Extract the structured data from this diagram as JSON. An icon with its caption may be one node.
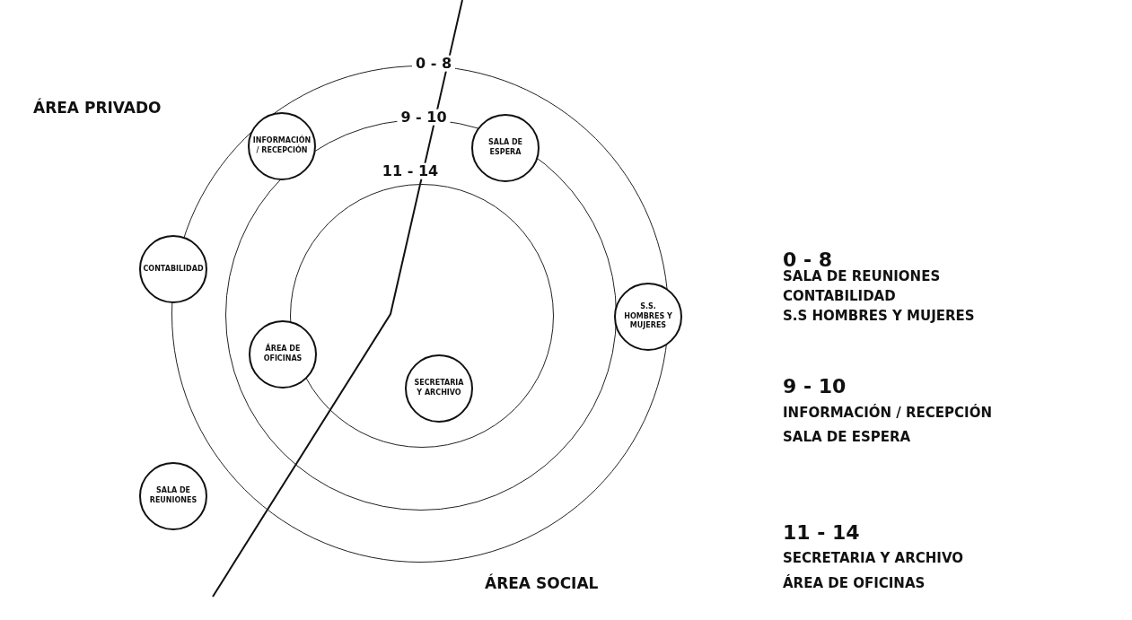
{
  "diagram": {
    "nodes": [
      {
        "text": [
          "0 - 8"
        ]
      },
      {
        "text": [
          "9 - 10"
        ],
        "in": 0
      },
      {
        "text": [
          "11 - 14"
        ],
        "in": 1
      },
      {
        "text": [
          "INFORMACIÓN / RECEPCIÓN"
        ],
        "in": 0
      },
      {
        "text": [
          "SALA DE ESPERA"
        ],
        "in": 0
      },
      {
        "text": [
          "CONTABILIDAD"
        ]
      },
      {
        "text": [
          "S.S. HOMBRES Y MUJERES"
        ]
      },
      {
        "text": [
          "ÁREA DE OFICINAS"
        ],
        "in": 1
      },
      {
        "text": [
          "SECRETARIA Y ARCHIVO"
        ],
        "in": 2
      },
      {
        "text": [
          "SALA DE REUNIONES"
        ]
      }
    ],
    "labels": [
      "ÁREA PRIVADO",
      "0 - 8",
      "SALA DE REUNIONES",
      "CONTABILIDAD",
      "S.S HOMBRES Y MUJERES",
      "9 - 10",
      "INFORMACIÓN / RECEPCIÓN",
      "SALA DE ESPERA",
      "11 - 14",
      "SECRETARIA Y ARCHIVO",
      "ÁREA DE OFICINAS",
      "ÁREA SOCIAL"
    ]
  }
}
